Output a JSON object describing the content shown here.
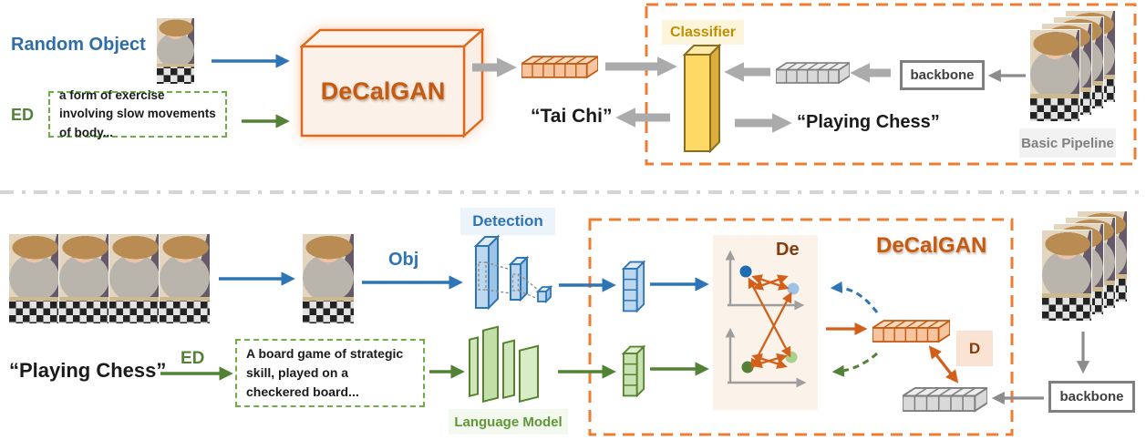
{
  "figure": {
    "top": {
      "random_object_label": "Random Object",
      "ed_label": "ED",
      "ed_text": "a form of exercise involving slow movements of body...",
      "generator_label": "DeCalGAN",
      "output_tai_chi": "“Tai Chi”",
      "classifier_label": "Classifier",
      "output_playing_chess": "“Playing Chess”",
      "backbone_label": "backbone",
      "caption": "Basic Pipeline"
    },
    "bottom": {
      "obj_label": "Obj",
      "detection_label": "Detection",
      "input_playing_chess": "“Playing Chess”",
      "ed_label": "ED",
      "ed_text": "A board game of strategic skill, played on a checkered board...",
      "language_model_label": "Language Model",
      "decorrelation_label": "De",
      "generator_label": "DeCalGAN",
      "discriminator_label": "D",
      "backbone_label": "backbone"
    }
  },
  "colors": {
    "orange_border": "#ED7D31",
    "orange_text": "#C55A11",
    "orange_arrow": "#D2601A",
    "blue": "#2E75B6",
    "blue_text": "#2E6DA6",
    "green": "#538135",
    "green_border": "#70AD47",
    "gray_arrow": "#ABABAB",
    "yellow": "#FFD966",
    "brown": "#843C0C"
  }
}
